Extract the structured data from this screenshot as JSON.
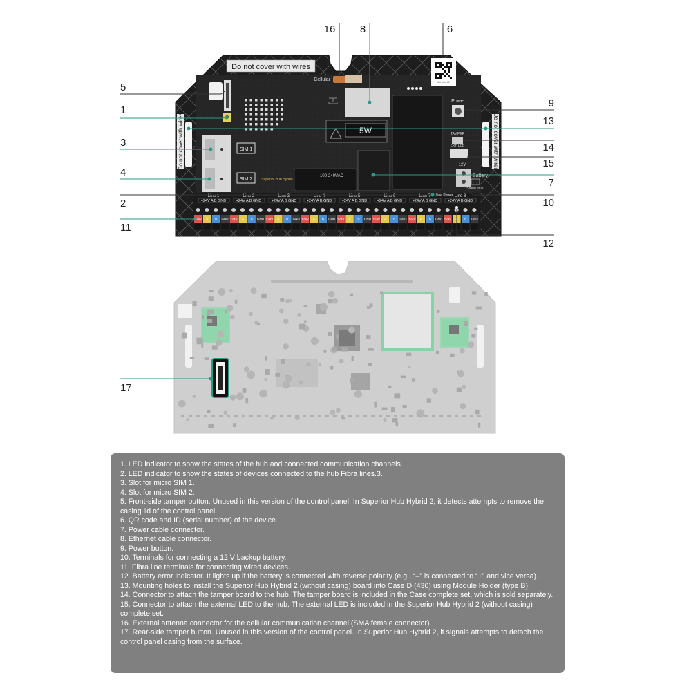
{
  "colors": {
    "board_frame": "#1e1e1e",
    "board_pcb": "#262626",
    "teal_callout": "#2b9a86",
    "legend_bg": "#808080",
    "terminal_red": "#e0524d",
    "terminal_yellow": "#e4c94a",
    "terminal_blue": "#4b8fd4"
  },
  "board": {
    "top_warning": "Do not cover with wires",
    "side_warning": "Do not cover with wires",
    "cellular_label": "Cellular",
    "power_label": "Power",
    "tamper_label": "TAMPER",
    "ext_led_label": "EXT LED",
    "battery_label": "Battery",
    "battery_voltage": "12V",
    "polarity_label": "Polarity error",
    "sim1_label": "SIM 1",
    "sim2_label": "SIM 2",
    "model_label": "Superior Hub Hybrid 2",
    "voltage_label": "100-240VAC",
    "psu_label": "5W",
    "qr_caption": "Device ID",
    "line_labels": [
      "Line 1",
      "Line 2",
      "Line 3",
      "Line 4",
      "Line 5",
      "Line 6",
      "Line 7",
      "Line 8"
    ],
    "line_power_label": "Line Power",
    "terminal_header": [
      "+24V",
      "A",
      "B",
      "GND"
    ],
    "terminal_colors": [
      "red",
      "yellow",
      "blue",
      "gray"
    ]
  },
  "callouts": {
    "n16": "16",
    "n8": "8",
    "n6": "6",
    "n5": "5",
    "n1": "1",
    "n3": "3",
    "n4": "4",
    "n2": "2",
    "n11": "11",
    "n9": "9",
    "n13": "13",
    "n14": "14",
    "n15": "15",
    "n7": "7",
    "n10": "10",
    "n12": "12",
    "n17": "17"
  },
  "legend": {
    "items": [
      "1. LED indicator to show the states of the hub and connected communication channels.",
      "2. LED indicator to show the states of devices connected to the hub Fibra lines.3.",
      "3. Slot for micro SIM 1.",
      "4. Slot for micro SIM 2.",
      "5. Front-side tamper button. Unused in this version of the control panel. In Superior Hub Hybrid 2, it detects attempts to remove the casing lid of the control panel.",
      "6. QR code and ID (serial number) of the device.",
      "7. Power cable connector.",
      "8. Ethernet cable connector.",
      "9. Power button.",
      "10. Terminals for connecting a 12 V backup battery.",
      "11. Fibra line terminals for connecting wired devices.",
      "12. Battery error indicator. It lights up if the battery is connected with reverse polarity (e.g., “–” is connected to “+” and vice versa).",
      "13. Mounting holes to install the Superior Hub Hybrid 2 (without casing) board into Case D (430) using Module Holder (type B).",
      "14. Connector to attach the tamper board to the hub. The tamper board is included in the Case complete set, which is sold separately.",
      "15. Connector to attach the external LED to the hub. The external LED is included in the Superior Hub Hybrid 2 (without casing) complete set.",
      "16. External antenna connector for the cellular communication channel (SMA female connector).",
      "17. Rear-side tamper button. Unused in this version of the control panel. In Superior Hub Hybrid 2, it signals attempts to detach the control panel casing from the surface."
    ]
  }
}
